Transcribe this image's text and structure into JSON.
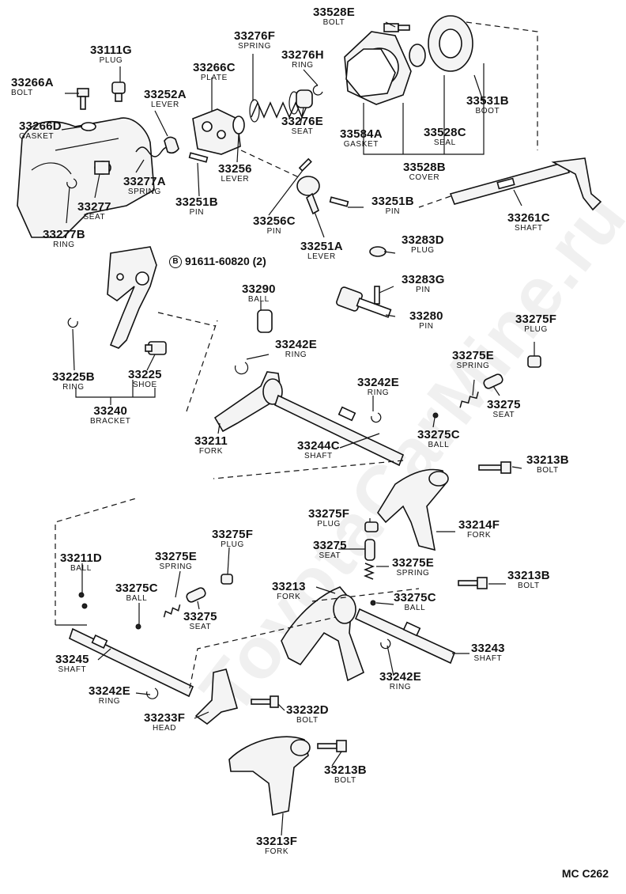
{
  "watermark": "ToyotaCarMine.ru",
  "reference_code": "MC C262",
  "callout": {
    "symbol": "B",
    "text": "91611-60820 (2)"
  },
  "labels": {
    "p33528E": {
      "num": "33528E",
      "name": "BOLT"
    },
    "p33276F": {
      "num": "33276F",
      "name": "SPRING"
    },
    "p33111G": {
      "num": "33111G",
      "name": "PLUG"
    },
    "p33266C": {
      "num": "33266C",
      "name": "PLATE"
    },
    "p33276H": {
      "num": "33276H",
      "name": "RING"
    },
    "p33266A": {
      "num": "33266A",
      "name": "BOLT"
    },
    "p33252A": {
      "num": "33252A",
      "name": "LEVER"
    },
    "p33531B": {
      "num": "33531B",
      "name": "BOOT"
    },
    "p33276E": {
      "num": "33276E",
      "name": "SEAT"
    },
    "p33266D": {
      "num": "33266D",
      "name": "GASKET"
    },
    "p33584A": {
      "num": "33584A",
      "name": "GASKET"
    },
    "p33528C": {
      "num": "33528C",
      "name": "SEAL"
    },
    "p33528B": {
      "num": "33528B",
      "name": "COVER"
    },
    "p33256": {
      "num": "33256",
      "name": "LEVER"
    },
    "p33277A": {
      "num": "33277A",
      "name": "SPRING"
    },
    "p33251B_top": {
      "num": "33251B",
      "name": "PIN"
    },
    "p33277": {
      "num": "33277",
      "name": "SEAT"
    },
    "p33251B_right": {
      "num": "33251B",
      "name": "PIN"
    },
    "p33261C": {
      "num": "33261C",
      "name": "SHAFT"
    },
    "p33256C": {
      "num": "33256C",
      "name": "PIN"
    },
    "p33277B": {
      "num": "33277B",
      "name": "RING"
    },
    "p33283D": {
      "num": "33283D",
      "name": "PLUG"
    },
    "p33251A": {
      "num": "33251A",
      "name": "LEVER"
    },
    "p33283G": {
      "num": "33283G",
      "name": "PIN"
    },
    "p33290": {
      "num": "33290",
      "name": "BALL"
    },
    "p33280": {
      "num": "33280",
      "name": "PIN"
    },
    "p33275F_a": {
      "num": "33275F",
      "name": "PLUG"
    },
    "p33242E_a": {
      "num": "33242E",
      "name": "RING"
    },
    "p33275E_a": {
      "num": "33275E",
      "name": "SPRING"
    },
    "p33225B": {
      "num": "33225B",
      "name": "RING"
    },
    "p33225": {
      "num": "33225",
      "name": "SHOE"
    },
    "p33242E_b": {
      "num": "33242E",
      "name": "RING"
    },
    "p33275_a": {
      "num": "33275",
      "name": "SEAT"
    },
    "p33240": {
      "num": "33240",
      "name": "BRACKET"
    },
    "p33275C_a": {
      "num": "33275C",
      "name": "BALL"
    },
    "p33211": {
      "num": "33211",
      "name": "FORK"
    },
    "p33244C": {
      "num": "33244C",
      "name": "SHAFT"
    },
    "p33213B_a": {
      "num": "33213B",
      "name": "BOLT"
    },
    "p33275F_b": {
      "num": "33275F",
      "name": "PLUG"
    },
    "p33214F": {
      "num": "33214F",
      "name": "FORK"
    },
    "p33275F_c": {
      "num": "33275F",
      "name": "PLUG"
    },
    "p33275_b": {
      "num": "33275",
      "name": "SEAT"
    },
    "p33211D": {
      "num": "33211D",
      "name": "BALL"
    },
    "p33275E_b": {
      "num": "33275E",
      "name": "SPRING"
    },
    "p33275E_c": {
      "num": "33275E",
      "name": "SPRING"
    },
    "p33213B_b": {
      "num": "33213B",
      "name": "BOLT"
    },
    "p33213": {
      "num": "33213",
      "name": "FORK"
    },
    "p33275C_b": {
      "num": "33275C",
      "name": "BALL"
    },
    "p33275C_c": {
      "num": "33275C",
      "name": "BALL"
    },
    "p33275_c": {
      "num": "33275",
      "name": "SEAT"
    },
    "p33245": {
      "num": "33245",
      "name": "SHAFT"
    },
    "p33243": {
      "num": "33243",
      "name": "SHAFT"
    },
    "p33242E_c": {
      "num": "33242E",
      "name": "RING"
    },
    "p33242E_d": {
      "num": "33242E",
      "name": "RING"
    },
    "p33232D": {
      "num": "33232D",
      "name": "BOLT"
    },
    "p33233F": {
      "num": "33233F",
      "name": "HEAD"
    },
    "p33213B_c": {
      "num": "33213B",
      "name": "BOLT"
    },
    "p33213F": {
      "num": "33213F",
      "name": "FORK"
    }
  }
}
